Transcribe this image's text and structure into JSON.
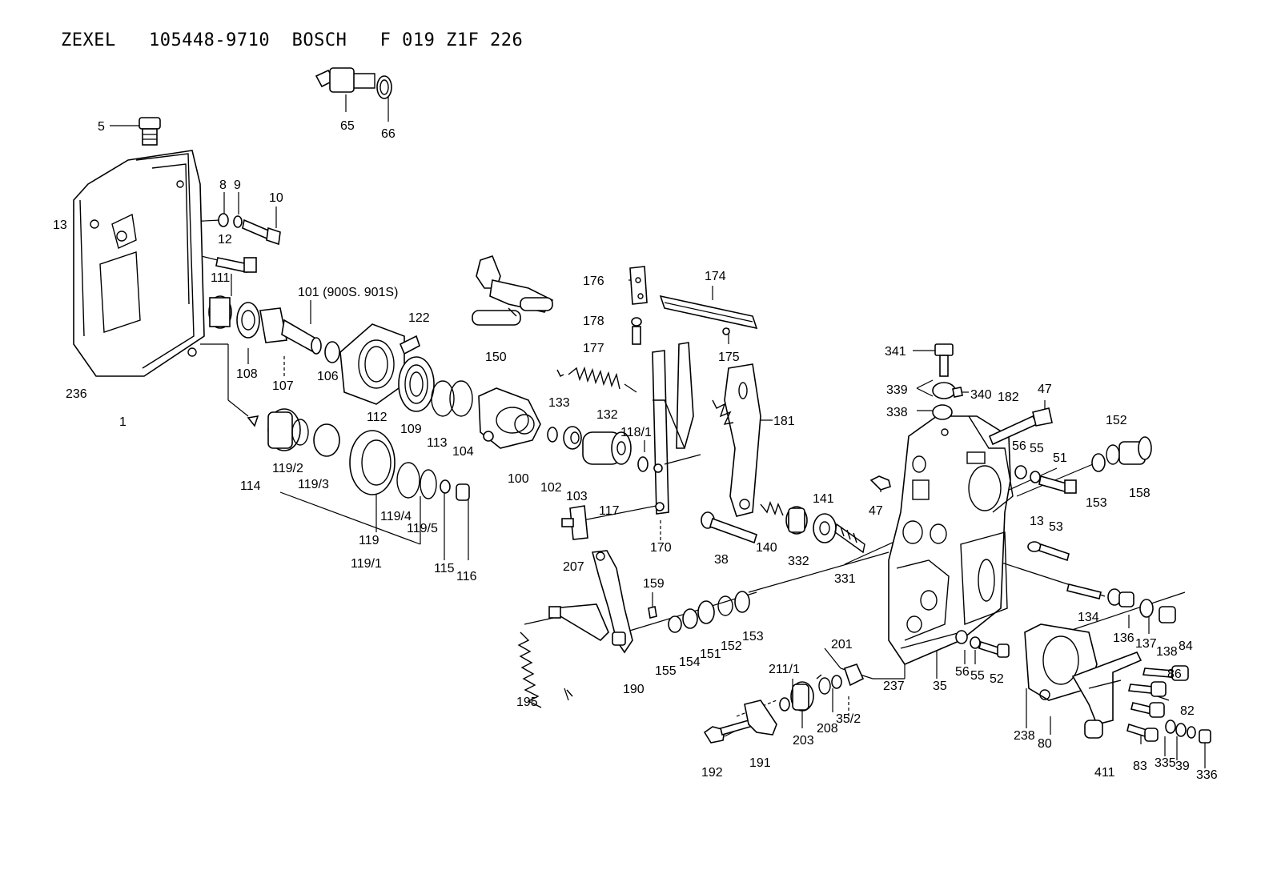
{
  "header": {
    "title": "ZEXEL   105448-9710  BOSCH   F 019 Z1F 226"
  },
  "labels": {
    "l5": "5",
    "l65": "65",
    "l66": "66",
    "l8": "8",
    "l9": "9",
    "l10": "10",
    "l13a": "13",
    "l12": "12",
    "l111": "111",
    "l101": "101 (900S. 901S)",
    "l122": "122",
    "l108": "108",
    "l107": "107",
    "l106": "106",
    "l236": "236",
    "l1": "1",
    "l112": "112",
    "l109": "109",
    "l113": "113",
    "l104": "104",
    "l114": "114",
    "l119_2": "119/2",
    "l119_3": "119/3",
    "l119_4": "119/4",
    "l119_5": "119/5",
    "l119": "119",
    "l119_1": "119/1",
    "l115": "115",
    "l116": "116",
    "l150": "150",
    "l176": "176",
    "l174": "174",
    "l178": "178",
    "l177": "177",
    "l175": "175",
    "l133": "133",
    "l132": "132",
    "l181": "181",
    "l118_1": "118/1",
    "l100": "100",
    "l102": "102",
    "l103": "103",
    "l117": "117",
    "l207": "207",
    "l170": "170",
    "l38": "38",
    "l140": "140",
    "l332": "332",
    "l141": "141",
    "l331": "331",
    "l341": "341",
    "l339": "339",
    "l340": "340",
    "l338": "338",
    "l182": "182",
    "l47a": "47",
    "l47b": "47",
    "l56a": "56",
    "l55a": "55",
    "l51": "51",
    "l152a": "152",
    "l153a": "153",
    "l158": "158",
    "l13b": "13",
    "l53": "53",
    "l134": "134",
    "l136": "136",
    "l137": "137",
    "l138": "138",
    "l84": "84",
    "l159": "159",
    "l155": "155",
    "l154": "154",
    "l151": "151",
    "l152b": "152",
    "l153b": "153",
    "l190": "190",
    "l195": "195",
    "l201": "201",
    "l211_1": "211/1",
    "l237": "237",
    "l35": "35",
    "l56b": "56",
    "l55b": "55",
    "l52": "52",
    "l86": "86",
    "l82": "82",
    "l208": "208",
    "l35_2": "35/2",
    "l203": "203",
    "l191": "191",
    "l192": "192",
    "l238": "238",
    "l80": "80",
    "l411": "411",
    "l83": "83",
    "l335": "335",
    "l39": "39",
    "l336": "336"
  }
}
